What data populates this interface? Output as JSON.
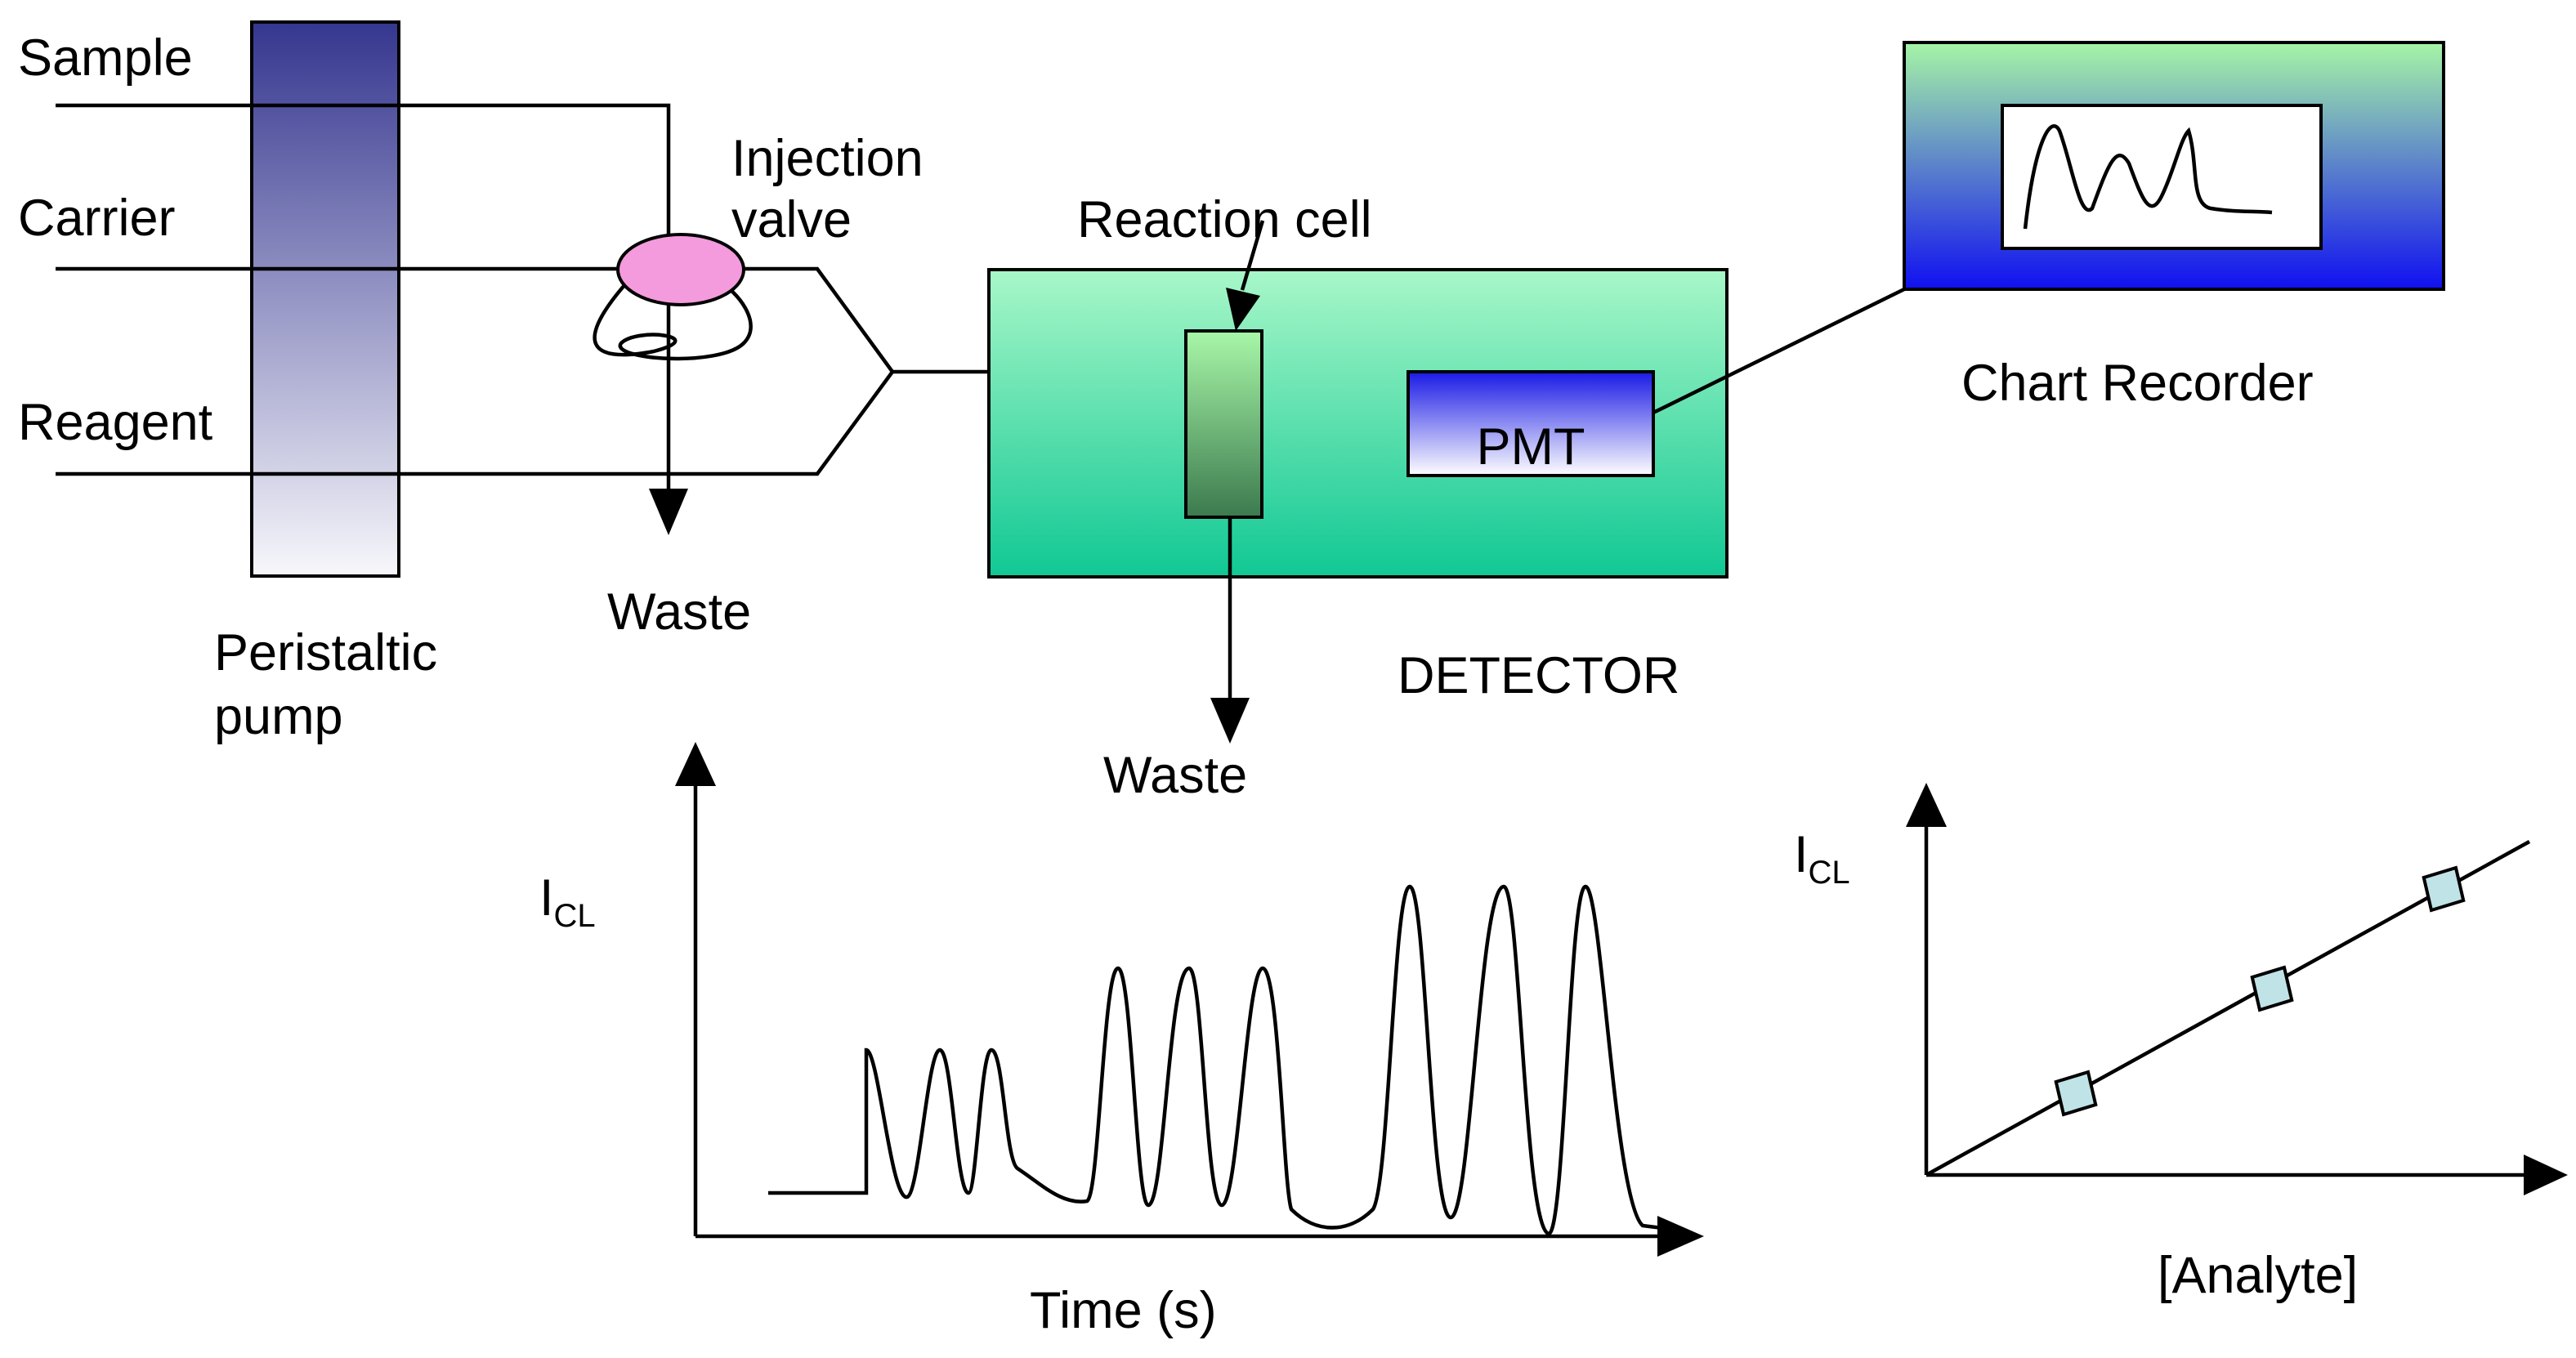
{
  "labels": {
    "sample": "Sample",
    "carrier": "Carrier",
    "reagent": "Reagent",
    "injection_valve_line1": "Injection",
    "injection_valve_line2": "valve",
    "reaction_cell": "Reaction cell",
    "waste_valve": "Waste",
    "waste_detector": "Waste",
    "peristaltic_line1": "Peristaltic",
    "peristaltic_line2": "pump",
    "pmt": "PMT",
    "detector": "DETECTOR",
    "chart_recorder": "Chart Recorder"
  },
  "plots": {
    "time_plot": {
      "y_label": "I",
      "y_label_sub": "CL",
      "x_label": "Time (s)"
    },
    "calibration_plot": {
      "y_label": "I",
      "y_label_sub": "CL",
      "x_label": "[Analyte]"
    }
  },
  "colors": {
    "pump_top": "#35368f",
    "pump_bottom": "#f7f7fb",
    "valve_fill": "#f39bdc",
    "detector_top": "#a8f7c8",
    "detector_bottom": "#10c894",
    "cell_top": "#a8f7a8",
    "cell_bottom": "#3c7a4e",
    "pmt_top": "#1a1ae6",
    "pmt_bottom": "#ffffff",
    "recorder_top": "#a6f5a6",
    "recorder_bottom": "#1010f0",
    "marker_fill": "#bfe3e6"
  }
}
